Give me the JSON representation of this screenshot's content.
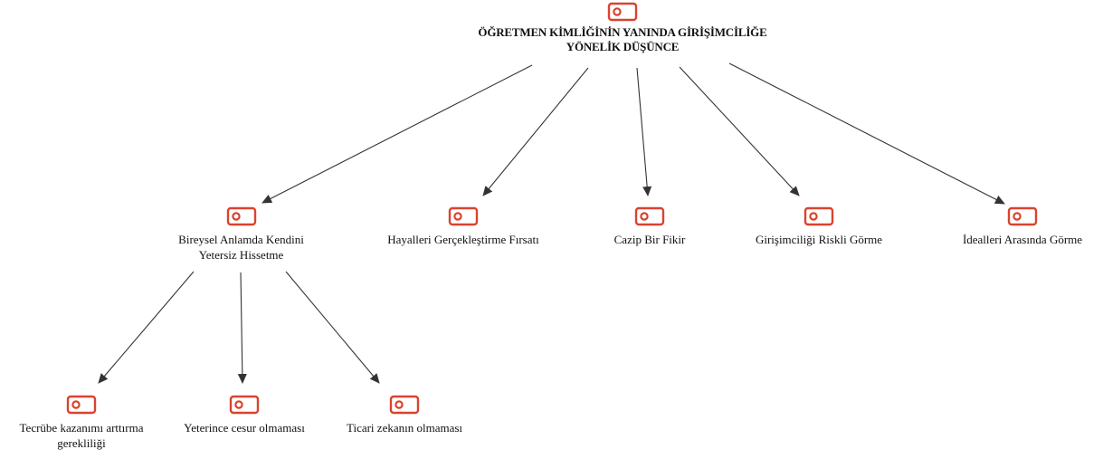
{
  "diagram": {
    "root": {
      "label": "ÖĞRETMEN KİMLİĞİNİN YANINDA GİRİŞİMCİLİĞE\nYÖNELİK DÜŞÜNCE",
      "icon": "code-tag-icon"
    },
    "children": [
      {
        "label": "Bireysel Anlamda Kendini\nYetersiz Hissetme",
        "icon": "code-tag-icon"
      },
      {
        "label": "Hayalleri Gerçekleştirme Fırsatı",
        "icon": "code-tag-icon"
      },
      {
        "label": "Cazip Bir Fikir",
        "icon": "code-tag-icon"
      },
      {
        "label": "Girişimciliği Riskli Görme",
        "icon": "code-tag-icon"
      },
      {
        "label": "İdealleri Arasında Görme",
        "icon": "code-tag-icon"
      }
    ],
    "grandchildren": [
      {
        "label": "Tecrübe kazanımı arttırma\ngerekliliği",
        "icon": "code-tag-icon"
      },
      {
        "label": "Yeterince cesur olmaması",
        "icon": "code-tag-icon"
      },
      {
        "label": "Ticari zekanın olmaması",
        "icon": "code-tag-icon"
      }
    ],
    "colors": {
      "icon": "#d9432f",
      "edge": "#333333",
      "text": "#111111"
    }
  }
}
